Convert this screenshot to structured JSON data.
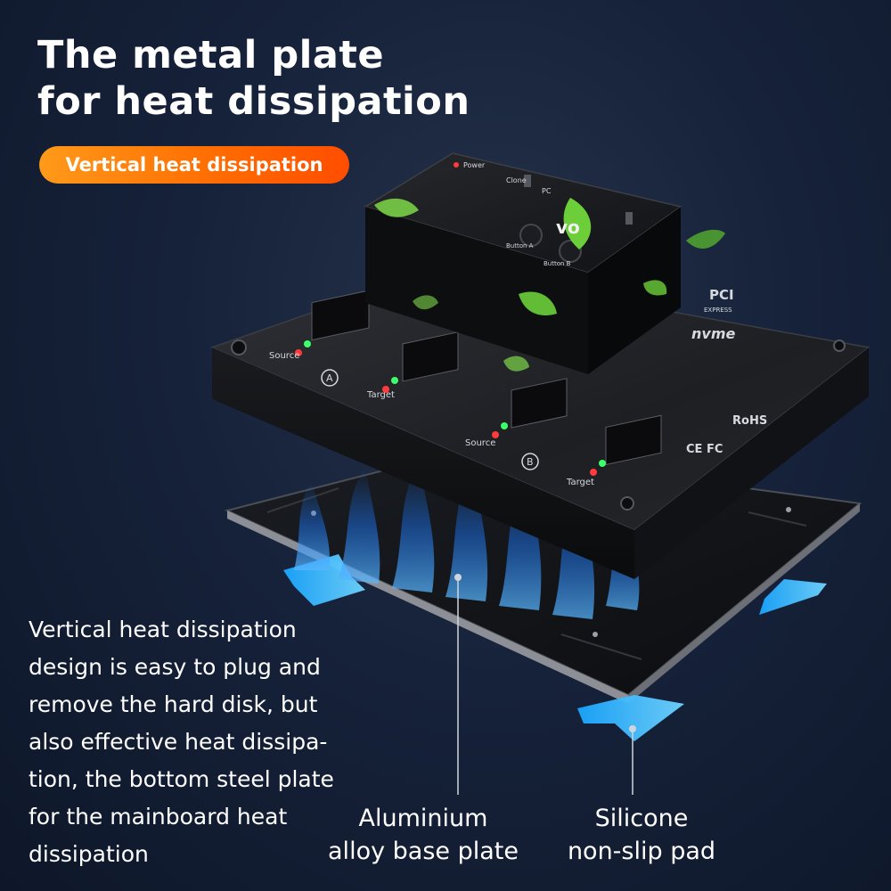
{
  "headline": {
    "line1": "The metal plate",
    "line2": "for heat dissipation"
  },
  "badge": {
    "label": "Vertical heat dissipation"
  },
  "description": "Vertical heat dissipation design is easy to plug and remove the hard disk, but also effective heat dissipa-tion, the bottom steel plate for the mainboard heat dissipation",
  "callouts": {
    "aluminium": {
      "line1": "Aluminium",
      "line2": "alloy base plate"
    },
    "silicone": {
      "line1": "Silicone",
      "line2": "non-slip pad"
    }
  },
  "device": {
    "brand": "vo",
    "power_label": "Power",
    "clone_label": "Clone",
    "pc_label": "PC",
    "button_a_label": "Button A",
    "button_b_label": "Button B",
    "source_label": "Source",
    "target_label": "Target",
    "slot_a": "A",
    "slot_b": "B",
    "pcie_label": "PCI",
    "express_label": "EXPRESS",
    "nvme_label": "nvme",
    "rohs_label": "RoHS",
    "ce_fc_label": "CE FC"
  },
  "colors": {
    "accent_orange": "#ff6a00",
    "pad_blue": "#2fb6ff",
    "heat_blue": "#1e7bff",
    "leaf_green": "#6ccf3a"
  }
}
